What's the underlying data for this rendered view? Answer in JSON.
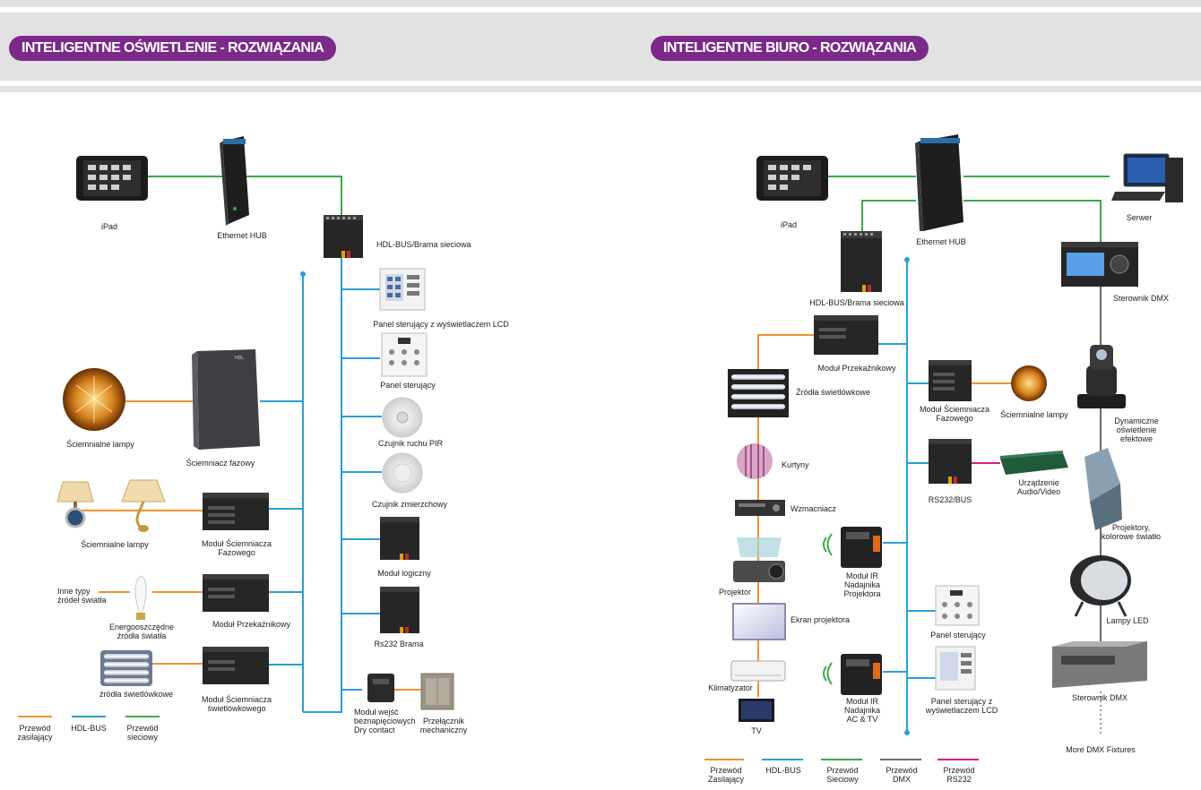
{
  "left": {
    "title": "INTELIGENTNE OŚWIETLENIE - ROZWIĄZANIA",
    "labels": {
      "ipad": "iPad",
      "hub": "Ethernet HUB",
      "gateway": "HDL-BUS/Brama sieciowa",
      "lcd_panel": "Panel sterujący z wyświetlaczem LCD",
      "panel": "Panel sterujący",
      "pir": "Czujnik ruchu PIR",
      "twilight": "Czujnik zmierzchowy",
      "logic": "Moduł logiczny",
      "rs232": "Rs232 Brama",
      "chandelier": "Ściemnialne lampy",
      "dimmer": "Ściemniacz fazowy",
      "lamps": "Ściemnialne lampy",
      "phase_mod_1": "Moduł Ściemniacza",
      "phase_mod_2": "Fazowego",
      "other_1": "Inne typy",
      "other_2": "źródeł światła",
      "eco_1": "Energooszczędne",
      "eco_2": "źródła światła",
      "relay": "Moduł Przekaźnikowy",
      "fluor": "źródła świetlówkowe",
      "fluor_mod_1": "Moduł Ściemniacza",
      "fluor_mod_2": "świetlówkowego",
      "dry_1": "Moduł wejść",
      "dry_2": "beznapięciowych",
      "dry_3": "Dry contact",
      "switch_1": "Przełącznik",
      "switch_2": "mechaniczny"
    },
    "legend": [
      {
        "l1": "Przewód",
        "l2": "zasilający",
        "color": "#f0922f"
      },
      {
        "l1": "HDL-BUS",
        "l2": "",
        "color": "#2a9fd6"
      },
      {
        "l1": "Przewód",
        "l2": "sieciowy",
        "color": "#3aab48"
      }
    ]
  },
  "right": {
    "title": "INTELIGENTNE BIURO - ROZWIĄZANIA",
    "labels": {
      "ipad": "iPad",
      "hub": "Ethernet HUB",
      "server": "Serwer",
      "gateway": "HDL-BUS/Brama sieciowa",
      "dmx_ctrl": "Sterownik DMX",
      "relay": "Moduł Przekaźnikowy",
      "fluor": "Źródła świetlówkowe",
      "phase_1": "Moduł Ściemniacza",
      "phase_2": "Fazowego",
      "lamps": "Ściemnialne lampy",
      "dyn_1": "Dynamiczne",
      "dyn_2": "oświetlenie",
      "dyn_3": "efektowe",
      "curtains": "Kurtyny",
      "rs232bus": "RS232/BUS",
      "av_1": "Urządzenie",
      "av_2": "Audio/Video",
      "amp": "Wzmacniacz",
      "proj_color_1": "Projektory,",
      "proj_color_2": "kolorowe światło",
      "ir_proj_1": "Moduł IR",
      "ir_proj_2": "Nadajnika",
      "ir_proj_3": "Projektora",
      "projector": "Projektor",
      "led": "Lampy LED",
      "screen": "Ekran projektora",
      "panel": "Panel sterujący",
      "ac": "Klimatyzator",
      "dmx_ctrl2": "Sterownik DMX",
      "ir_ac_1": "Moduł IR",
      "ir_ac_2": "Nadajnika",
      "ir_ac_3": "AC & TV",
      "lcd_1": "Panel sterujący z",
      "lcd_2": "wyświetlaczem LCD",
      "tv": "TV",
      "more_dmx": "More DMX Fixtures"
    },
    "legend": [
      {
        "l1": "Przewód",
        "l2": "Zasilający",
        "color": "#f0922f"
      },
      {
        "l1": "HDL-BUS",
        "l2": "",
        "color": "#2a9fd6"
      },
      {
        "l1": "Przewód",
        "l2": "Sieciowy",
        "color": "#3aab48"
      },
      {
        "l1": "Przewód",
        "l2": "DMX",
        "color": "#6b6b6b"
      },
      {
        "l1": "Przewód",
        "l2": "RS232",
        "color": "#d4237a"
      }
    ]
  }
}
